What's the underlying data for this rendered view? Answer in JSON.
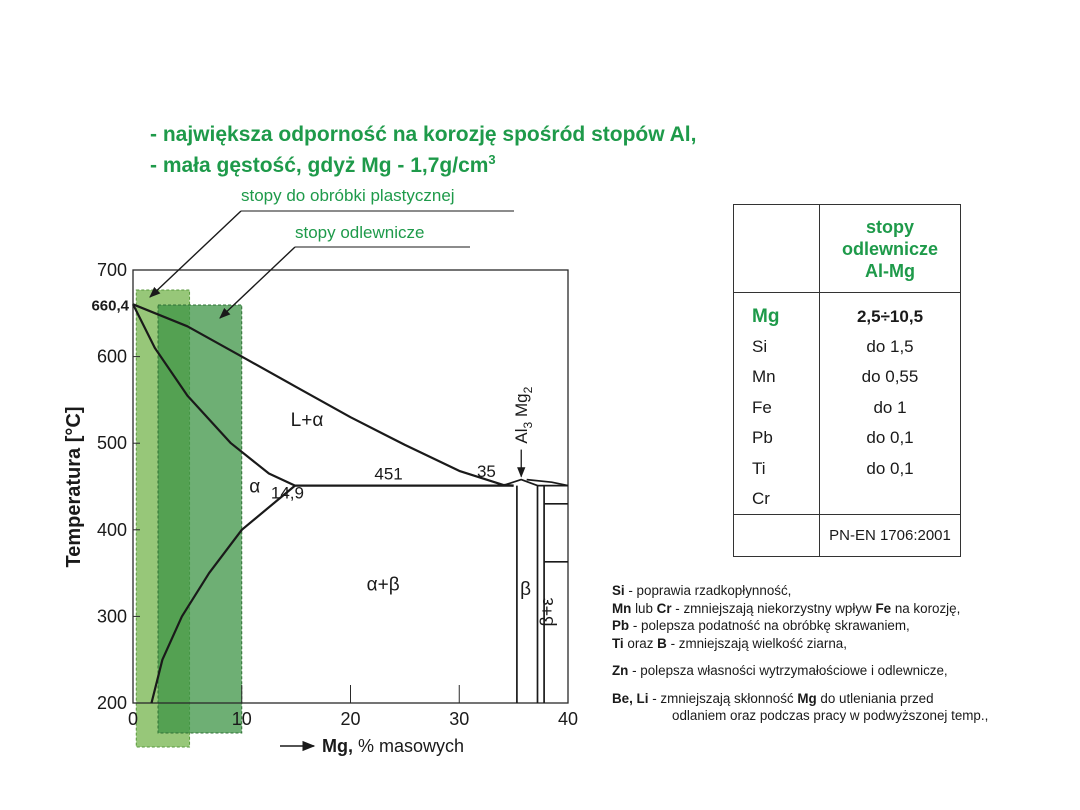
{
  "header": {
    "line1": "- największa odporność na korozję spośród stopów Al,",
    "line2": "- mała gęstość, gdyż  Mg - 1,7g/cm",
    "line2_sup": "3"
  },
  "callouts": {
    "wrought": "stopy do obróbki plastycznej",
    "cast": "stopy odlewnicze"
  },
  "chart_data": {
    "type": "phase-diagram",
    "xlabel_prefix": "Mg,",
    "xlabel_rest": " % masowych",
    "ylabel": "Temperatura [°C]",
    "xlim": [
      0,
      40
    ],
    "ylim": [
      200,
      700
    ],
    "x_ticks": [
      0,
      10,
      20,
      30,
      40
    ],
    "y_ticks": [
      200,
      300,
      400,
      500,
      600,
      700
    ],
    "melting_point": {
      "value": "660,4",
      "x": 0,
      "y": 660.4
    },
    "lines": {
      "liquidus": [
        [
          0,
          660.4
        ],
        [
          5,
          635
        ],
        [
          10,
          600
        ],
        [
          15,
          565
        ],
        [
          20,
          530
        ],
        [
          25,
          498
        ],
        [
          30,
          468
        ],
        [
          34,
          452
        ],
        [
          35,
          451
        ]
      ],
      "solidus": [
        [
          0,
          660.4
        ],
        [
          2,
          610
        ],
        [
          5,
          555
        ],
        [
          9,
          500
        ],
        [
          12.5,
          465
        ],
        [
          14.9,
          451
        ]
      ],
      "solvus": [
        [
          14.9,
          451
        ],
        [
          10,
          400
        ],
        [
          7,
          350
        ],
        [
          4.5,
          300
        ],
        [
          2.7,
          250
        ],
        [
          1.7,
          200
        ]
      ],
      "eutectic": [
        [
          14.9,
          451
        ],
        [
          35,
          451
        ]
      ],
      "beta_dome": [
        [
          34,
          451
        ],
        [
          35.7,
          458
        ],
        [
          37.2,
          451
        ]
      ],
      "beta_left": [
        [
          35.3,
          451
        ],
        [
          35.3,
          200
        ]
      ],
      "beta_right": [
        [
          37.2,
          451
        ],
        [
          37.2,
          200
        ]
      ],
      "right_arc": [
        [
          36.2,
          458
        ],
        [
          38.5,
          455
        ],
        [
          40,
          451
        ]
      ],
      "right_upper": [
        [
          37.2,
          451
        ],
        [
          40,
          451
        ]
      ],
      "right_inner": [
        [
          37.8,
          451
        ],
        [
          37.8,
          200
        ]
      ],
      "right_mid1": [
        [
          37.8,
          430
        ],
        [
          40,
          430
        ]
      ],
      "right_mid2": [
        [
          37.8,
          363
        ],
        [
          40,
          363
        ]
      ]
    },
    "regions": [
      {
        "label": "L+α",
        "x": 16,
        "y": 520
      },
      {
        "label": "α",
        "x": 11.2,
        "y": 443
      },
      {
        "label": "α+β",
        "x": 23,
        "y": 330
      },
      {
        "label": "β",
        "x": 36.1,
        "y": 325
      },
      {
        "label": "β+ε",
        "x": 38.6,
        "y": 305
      }
    ],
    "annotations": [
      {
        "text": "451",
        "x": 23.5,
        "y": 458
      },
      {
        "text": "14,9",
        "x": 14.2,
        "y": 436
      },
      {
        "text": "35",
        "x": 32.5,
        "y": 461
      }
    ],
    "compound": {
      "base": "Al",
      "sub1": "3",
      "mid": " Mg",
      "sub2": "2",
      "x": 35.7,
      "y": 458
    },
    "bands": [
      {
        "name": "wrought",
        "x": [
          0.3,
          5.2
        ],
        "color": "#8cc16a"
      },
      {
        "name": "cast",
        "x": [
          2.3,
          10
        ],
        "color": "#3e9445"
      }
    ]
  },
  "table": {
    "header": "stopy\nodlewnicze\nAl-Mg",
    "rows": [
      {
        "el": "Mg",
        "val": "2,5÷10,5"
      },
      {
        "el": "Si",
        "val": "do 1,5"
      },
      {
        "el": "Mn",
        "val": "do 0,55"
      },
      {
        "el": "Fe",
        "val": "do 1"
      },
      {
        "el": "Pb",
        "val": "do 0,1"
      },
      {
        "el": "Ti",
        "val": "do 0,1"
      },
      {
        "el": "Cr",
        "val": ""
      }
    ],
    "footer": "PN-EN 1706:2001"
  },
  "notes": {
    "n1_b": "Si",
    "n1_t": " - poprawia rzadkopłynność,",
    "n2_b1": "Mn",
    "n2_t1": " lub ",
    "n2_b2": "Cr",
    "n2_t2": " - zmniejszają niekorzystny wpływ ",
    "n2_b3": "Fe",
    "n2_t3": " na korozję,",
    "n3_b": "Pb",
    "n3_t": " - polepsza podatność na obróbkę skrawaniem,",
    "n4_b1": "Ti",
    "n4_t1": " oraz ",
    "n4_b2": "B",
    "n4_t2": " - zmniejszają wielkość ziarna,",
    "n5_b": "Zn",
    "n5_t": " - polepsza własności wytrzymałościowe i odlewnicze,",
    "n6_b": "Be, Li",
    "n6_t1": " - zmniejszają skłonność ",
    "n6_b2": "Mg",
    "n6_t2": " do utleniania przed",
    "n6_t3": "odlaniem oraz podczas pracy w podwyższonej temp.,"
  },
  "colors": {
    "accent_green": "#1e9a4a",
    "wrought_band": "#8cc16a",
    "cast_band": "#3e9445"
  }
}
